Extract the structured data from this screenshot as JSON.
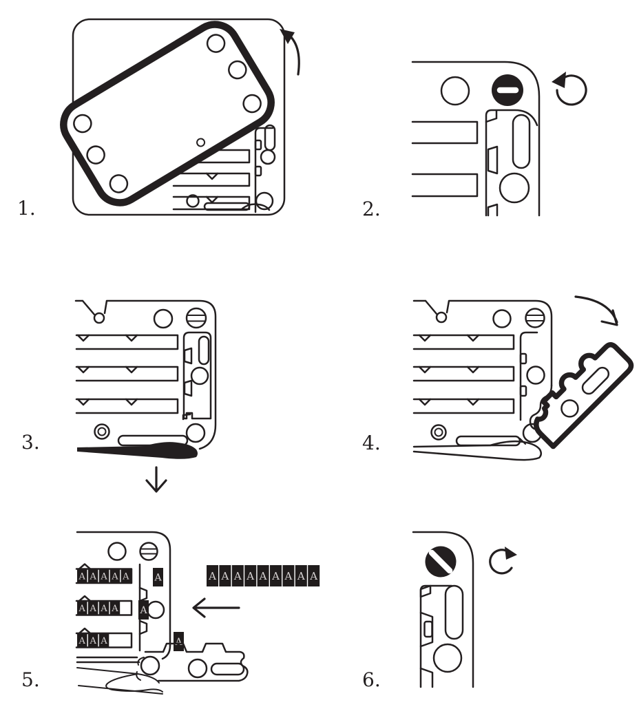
{
  "steps": [
    {
      "label": "1."
    },
    {
      "label": "2."
    },
    {
      "label": "3."
    },
    {
      "label": "4."
    },
    {
      "label": "5."
    },
    {
      "label": "6."
    }
  ],
  "tiles": {
    "row1": [
      "A",
      "A",
      "A",
      "A",
      "A"
    ],
    "row2": [
      "A",
      "A",
      "A",
      "A"
    ],
    "row3": [
      "A",
      "A",
      "A"
    ],
    "rail_top": "A",
    "rail_middle": "A",
    "rail_bottom": "A",
    "strip": [
      "A",
      "A",
      "A",
      "A",
      "A",
      "A",
      "A",
      "A",
      "A"
    ]
  },
  "icons": {
    "step1_arrow": "rotate-counterclockwise-lift-arrow",
    "step2_screw": "slotted-screw-head",
    "step2_arrow": "unscrew-counterclockwise-arrow",
    "step3_arrow": "down-arrow",
    "step4_arrow": "fold-out-clockwise-arrow",
    "step5_arrow": "insert-left-arrow",
    "step6_screw": "screw-locked-diagonal-slot",
    "step6_arrow": "screw-in-clockwise-arrow"
  },
  "colors": {
    "ink": "#231f20",
    "background": "#ffffff",
    "tile_background": "#201c1c",
    "tile_letter": "#d8d4d4"
  }
}
